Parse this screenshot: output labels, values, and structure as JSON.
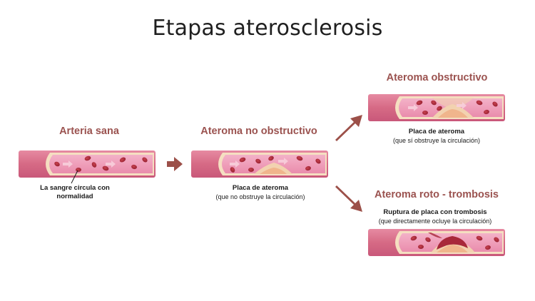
{
  "title": "Etapas aterosclerosis",
  "colors": {
    "wall": "#d9708a",
    "wall_dark": "#b94d67",
    "lumen": "#ee9cb8",
    "sheath": "#f3d9b8",
    "plaque": "#f2b98f",
    "cell": "#a82a3a",
    "clot": "#a8283a",
    "arrow": "#9c5049",
    "heading": "#9b5350"
  },
  "stages": {
    "healthy": {
      "title": "Arteria sana",
      "caption_line1": "La sangre circula con",
      "caption_line2": "normalidad"
    },
    "non_obstructive": {
      "title": "Ateroma no obstructivo",
      "caption_bold": "Placa de ateroma",
      "caption_sub": "(que no obstruye la circulación)"
    },
    "obstructive": {
      "title": "Ateroma obstructivo",
      "caption_bold": "Placa de ateroma",
      "caption_sub": "(que sí obstruye la circulación)"
    },
    "rupture": {
      "title": "Ateroma roto - trombosis",
      "caption_bold": "Ruptura de placa con trombosis",
      "caption_sub": "(que directamente ocluye la circulación)"
    }
  }
}
